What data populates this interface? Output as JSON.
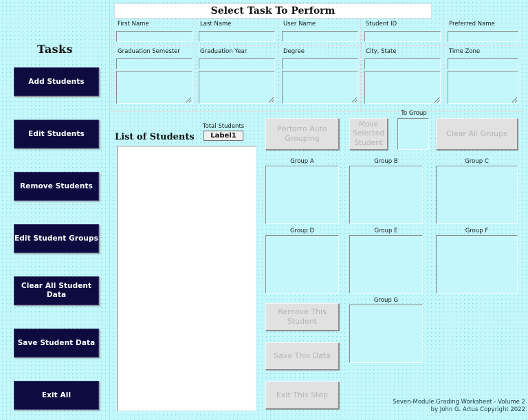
{
  "header": {
    "title": "Select Task To Perform"
  },
  "sidebar": {
    "heading": "Tasks",
    "items": [
      {
        "label": "Add Students"
      },
      {
        "label": "Edit Students"
      },
      {
        "label": "Remove Students"
      },
      {
        "label": "Edit Student Groups"
      },
      {
        "label": "Clear All Student Data"
      },
      {
        "label": "Save Student Data"
      },
      {
        "label": "Exit All"
      }
    ]
  },
  "form": {
    "row1": [
      {
        "label": "First Name",
        "value": ""
      },
      {
        "label": "Last Name",
        "value": ""
      },
      {
        "label": "User Name",
        "value": ""
      },
      {
        "label": "Student ID",
        "value": ""
      },
      {
        "label": "Preferred Name",
        "value": ""
      }
    ],
    "row2": [
      {
        "label": "Graduation Semester",
        "value": ""
      },
      {
        "label": "Graduation Year",
        "value": ""
      },
      {
        "label": "Degree",
        "value": ""
      },
      {
        "label": "City, State",
        "value": ""
      },
      {
        "label": "Time Zone",
        "value": ""
      }
    ]
  },
  "list_panel": {
    "heading": "List of Students",
    "total_label": "Total Students",
    "total_value": "Label1",
    "items": []
  },
  "actions": {
    "perform_auto_grouping": "Perform Auto Grouping",
    "move_selected_student": "Move Selected Student",
    "to_group_label": "To Group",
    "to_group_value": "",
    "clear_all_groups": "Clear All Groups",
    "remove_this_student": "Remove This Student",
    "save_this_data": "Save This Data",
    "exit_this_step": "Exit This Step"
  },
  "groups": [
    {
      "label": "Group A",
      "value": ""
    },
    {
      "label": "Group B",
      "value": ""
    },
    {
      "label": "Group C",
      "value": ""
    },
    {
      "label": "Group D",
      "value": ""
    },
    {
      "label": "Group E",
      "value": ""
    },
    {
      "label": "Group F",
      "value": ""
    },
    {
      "label": "Group G",
      "value": ""
    }
  ],
  "footer": {
    "line1": "Seven-Module Grading Worksheet - Volume 2",
    "line2": "by John G. Artus Copyright 2022"
  },
  "colors": {
    "background": "#c4f7fb",
    "grid_dot": "#7fd8e0",
    "nav_button": "#0d0b40",
    "nav_button_text": "#ffffff",
    "disabled_button": "#e1e1e1",
    "disabled_button_text": "#b5b5b5",
    "title_bar": "#ffffff",
    "list_background": "#ffffff"
  }
}
